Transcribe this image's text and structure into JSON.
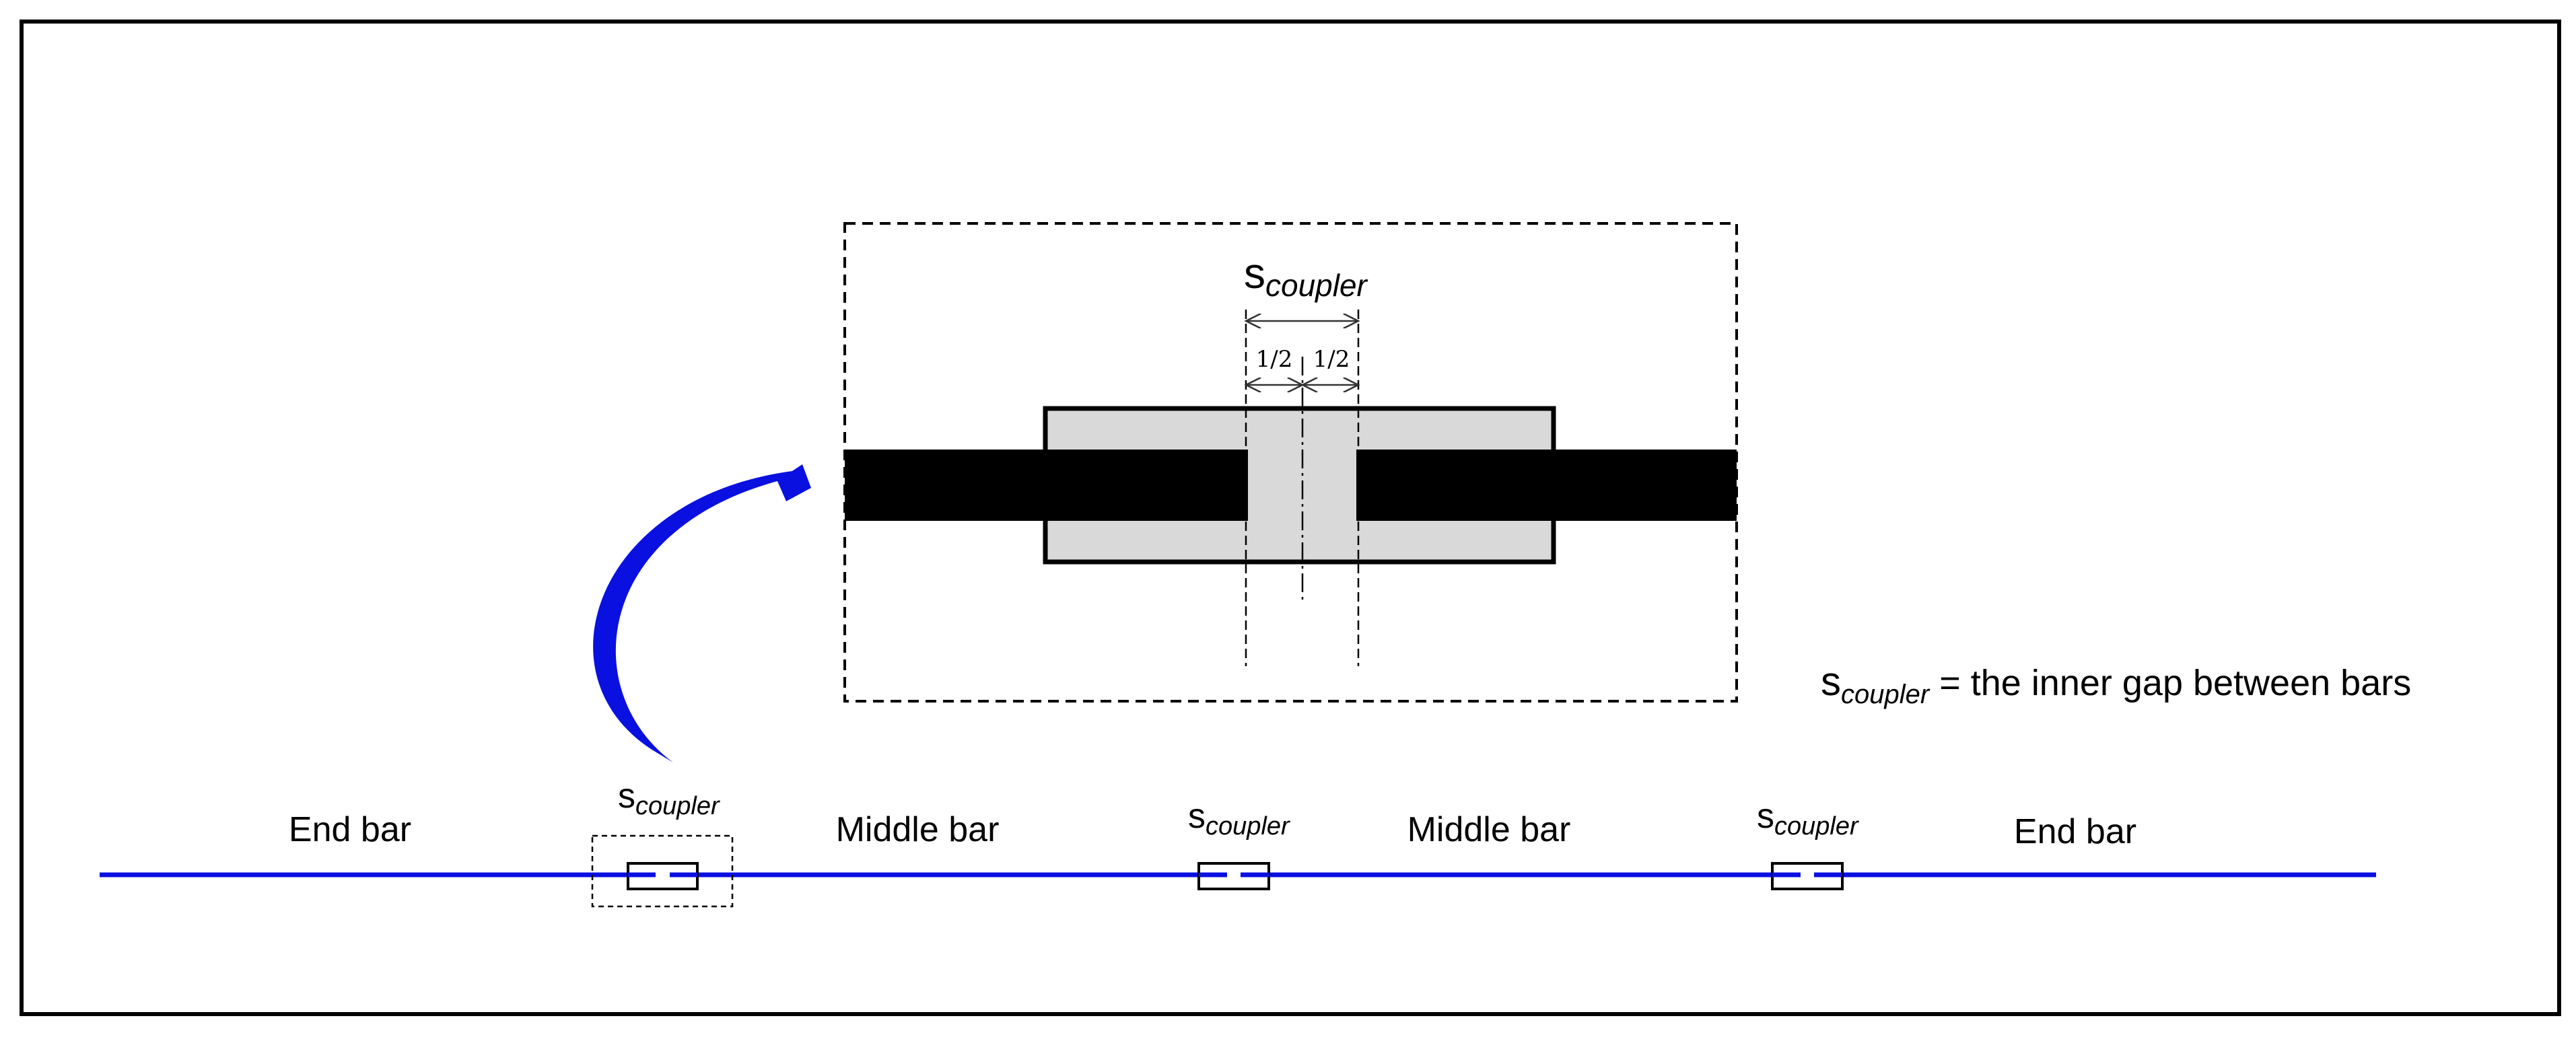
{
  "symbol": {
    "base": "s",
    "subscript": "coupler"
  },
  "detail_view": {
    "half_left": "1/2",
    "half_right": "1/2"
  },
  "definition": {
    "text": " = the inner gap between bars"
  },
  "bar_labels": [
    "End bar",
    "Middle bar",
    "Middle bar",
    "End bar"
  ],
  "colors": {
    "bar_line": "#0a10e0",
    "arrow": "#0a10e0",
    "sleeve_fill": "#d9d9d9",
    "rebar": "#000000"
  }
}
